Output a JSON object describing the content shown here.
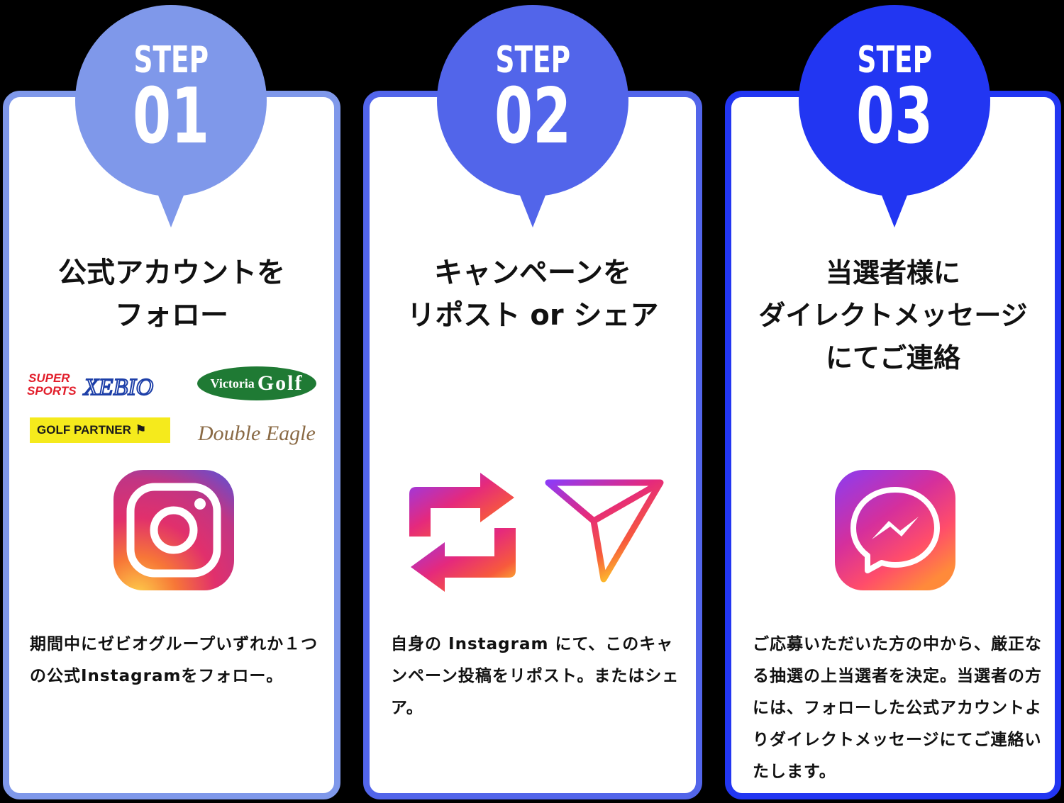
{
  "colors": {
    "step1": "#7f98ea",
    "step2": "#5265ea",
    "step3": "#2236f2"
  },
  "steps": [
    {
      "label": "STEP",
      "number": "01",
      "heading": [
        "公式アカウントを",
        "フォロー"
      ],
      "body": "期間中にゼビオグループいずれか１つの公式Instagramをフォロー。",
      "logos": {
        "xebio": "SUPER SPORTS XEBIO",
        "victoria_prefix": "Victoria",
        "victoria_main": "Golf",
        "golf_partner": "GOLF PARTNER",
        "double_eagle": "Double Eagle"
      },
      "icon": "instagram-icon"
    },
    {
      "label": "STEP",
      "number": "02",
      "heading": [
        "キャンペーンを",
        "リポスト or シェア"
      ],
      "body": "自身の Instagram にて、このキャンペーン投稿をリポスト。またはシェア。",
      "icons": [
        "repost-icon",
        "share-send-icon"
      ]
    },
    {
      "label": "STEP",
      "number": "03",
      "heading": [
        "当選者様に",
        "ダイレクトメッセージ",
        "にてご連絡"
      ],
      "body": "ご応募いただいた方の中から、厳正なる抽選の上当選者を決定。当選者の方には、フォローした公式アカウントよりダイレクトメッセージにてご連絡いたします。",
      "icon": "messenger-icon"
    }
  ]
}
